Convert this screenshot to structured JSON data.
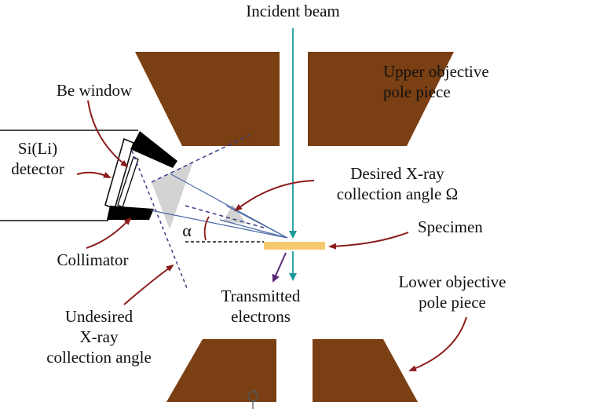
{
  "labels": {
    "incident_beam": "Incident beam",
    "upper_pole_line1": "Upper objective",
    "upper_pole_line2": "pole piece",
    "be_window": "Be window",
    "detector_line1": "Si(Li)",
    "detector_line2": "detector",
    "desired_line1": "Desired X-ray",
    "desired_line2": "collection angle Ω",
    "specimen": "Specimen",
    "alpha": "α",
    "collimator": "Collimator",
    "transmitted_line1": "Transmitted",
    "transmitted_line2": "electrons",
    "lower_pole_line1": "Lower objective",
    "lower_pole_line2": "pole piece",
    "undesired_line1": "Undesired",
    "undesired_line2": "X-ray",
    "undesired_line3": "collection angle"
  },
  "colors": {
    "pole_piece": "#7a3f12",
    "beam": "#1a9a9a",
    "specimen": "#f7c96e",
    "arrow": "#8b1a1a",
    "electron_arrow": "#5a2a7a",
    "collection_cone": "#d3d3d3",
    "dashed_line": "#3a3a8a",
    "collimator": "#000000"
  },
  "icons": {
    "cursor": "rotate-cursor-icon"
  }
}
